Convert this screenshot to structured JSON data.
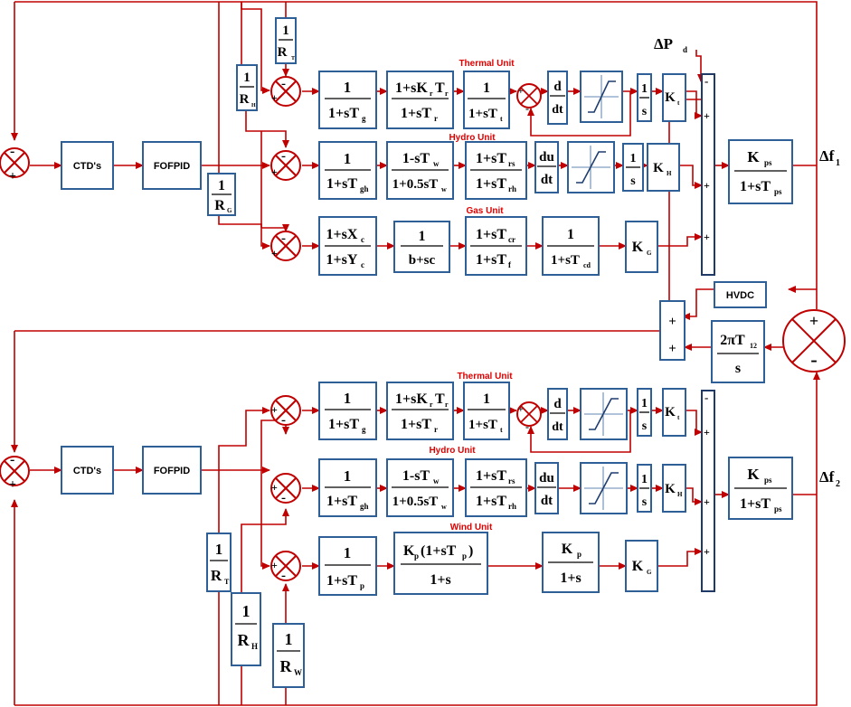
{
  "units": {
    "thermal_1": "Thermal Unit",
    "hydro_1": "Hydro Unit",
    "gas": "Gas Unit",
    "thermal_2": "Thermal Unit",
    "hydro_2": "Hydro Unit",
    "wind": "Wind Unit"
  },
  "controller": {
    "ctd": "CTD's",
    "fofpid": "FOFPID"
  },
  "links": {
    "hvdc": "HVDC"
  },
  "signs": {
    "plus": "+",
    "minus": "-"
  },
  "outputs": {
    "df1": "Δf",
    "df1_sub": "1",
    "df2": "Δf",
    "df2_sub": "2",
    "dpd": "ΔP",
    "dpd_sub": "d"
  },
  "gains": {
    "kt": "K",
    "kt_sub": "t",
    "kh": "K",
    "kh_sub": "H",
    "kg": "K",
    "kg_sub": "G"
  },
  "droops": {
    "one": "1",
    "rt": "R",
    "rt_sub": "T",
    "rh": "R",
    "rh_sub": "H",
    "rg": "R",
    "rg_sub": "G",
    "rw": "R",
    "rw_sub": "W"
  },
  "blocks": {
    "one": "1",
    "s": "s",
    "gov_thermal": "1+sT",
    "gov_thermal_sub": "g",
    "reheat_num": "1+sK",
    "reheat_num_sub": "r",
    "reheat_num_T": "T",
    "reheat_num_T_sub": "r",
    "reheat_den": "1+sT",
    "reheat_den_sub": "r",
    "turbine_thermal": "1+sT",
    "turbine_thermal_sub": "t",
    "d": "d",
    "dt": "dt",
    "du": "du",
    "gov_hydro": "1+sT",
    "gov_hydro_sub": "gh",
    "hydro_turb_num": "1-sT",
    "hydro_turb_num_sub": "w",
    "hydro_turb_den": "1+0.5sT",
    "hydro_turb_den_sub": "w",
    "hydro_drop_num": "1+sT",
    "hydro_drop_num_sub": "rs",
    "hydro_drop_den": "1+sT",
    "hydro_drop_den_sub": "rh",
    "gas_vp_num": "1+sX",
    "gas_vp_num_sub": "c",
    "gas_vp_den": "1+sY",
    "gas_vp_den_sub": "c",
    "gas_fuel_den": "b+sc",
    "gas_comb_num": "1+sT",
    "gas_comb_num_sub": "cr",
    "gas_comb_den": "1+sT",
    "gas_comb_den_sub": "f",
    "gas_cd_den": "1+sT",
    "gas_cd_den_sub": "cd",
    "ps_num": "K",
    "ps_num_sub": "ps",
    "ps_den": "1+sT",
    "ps_den_sub": "ps",
    "tie_num": "2πT",
    "tie_num_sub": "12",
    "wind_pitch": "1+sT",
    "wind_pitch_sub": "p",
    "wind_k_num": "K",
    "wind_k_num_sub": "p",
    "wind_k_mid": "(1+sT",
    "wind_k_mid_sub": "p",
    "wind_k_close": ")",
    "wind_k_den": "1+s",
    "wind_kp2": "K",
    "wind_kp2_sub": "p"
  }
}
